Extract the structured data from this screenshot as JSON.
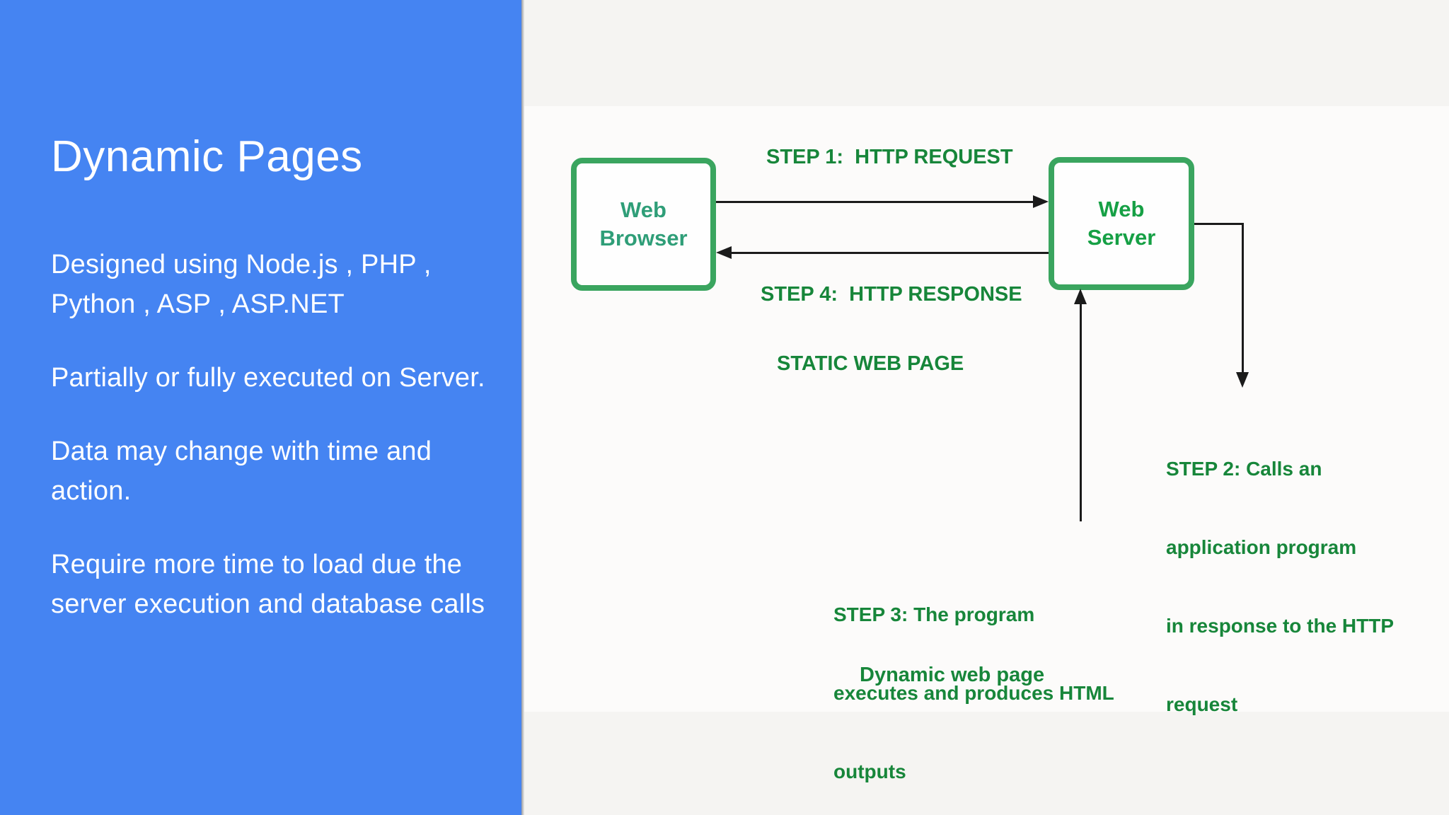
{
  "theme": {
    "panel-blue": "#4584f2",
    "slide-bg": "#f5f4f2",
    "diagram-bg": "#fcfbfa",
    "box-border-green": "#3aa55f",
    "browser-label-green": "#2f9e78",
    "server-label-green": "#16a045",
    "step-text-green": "#17863a",
    "arrow-black": "#1b1b1b",
    "text-white": "#ffffff"
  },
  "left_panel": {
    "title": "Dynamic Pages",
    "bullets": [
      "Designed using Node.js , PHP , Python , ASP , ASP.NET",
      "Partially or fully executed on Server.",
      "Data may change with time and action.",
      "Require more time to load due the server execution and database calls"
    ]
  },
  "diagram": {
    "browser_box": {
      "line1": "Web",
      "line2": "Browser"
    },
    "server_box": {
      "line1": "Web",
      "line2": "Server"
    },
    "step1_label": "STEP 1:  HTTP REQUEST",
    "step4_label": "STEP 4:  HTTP RESPONSE",
    "static_label": "STATIC WEB PAGE",
    "step2_lines": [
      "STEP 2: Calls an",
      "application program",
      "in response to the HTTP",
      "request"
    ],
    "step3_lines": [
      "STEP 3: The program",
      "executes and produces HTML",
      "outputs"
    ],
    "dynamic_label": "Dynamic web page"
  }
}
